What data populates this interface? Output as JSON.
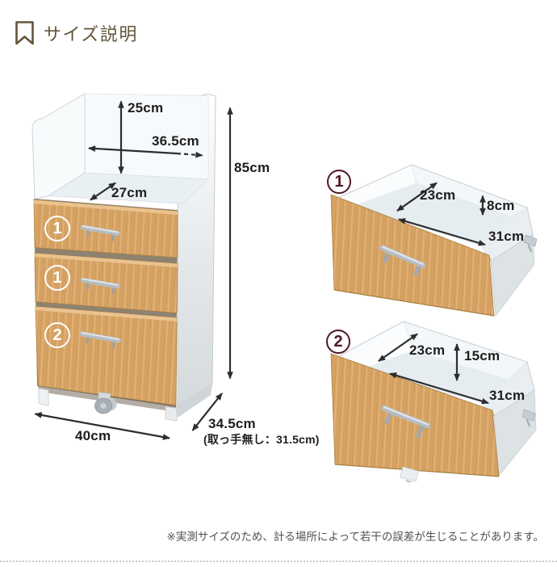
{
  "header": {
    "title": "サイズ説明",
    "icon": "bookmark-icon",
    "accent_color": "#63553a"
  },
  "cabinet": {
    "dims": {
      "upper": "25cm",
      "inner_w": "36.5cm",
      "inner_d": "27cm",
      "height": "85cm",
      "width": "40cm",
      "depth": "34.5cm",
      "depth_note": "(取っ手無し：31.5cm)"
    },
    "badges": [
      "1",
      "1",
      "2"
    ]
  },
  "drawers": [
    {
      "badge": "1",
      "depth": "23cm",
      "height": "8cm",
      "width": "31cm"
    },
    {
      "badge": "2",
      "depth": "23cm",
      "height": "15cm",
      "width": "31cm"
    }
  ],
  "footnote": "※実測サイズのため、計る場所によって若干の誤差が生じることがあります。",
  "colors": {
    "badge_outline_dark": "#4d1823",
    "badge_outline_light": "#ffffff",
    "wood": "#d9a668",
    "dimension_text": "#1e1e1e"
  }
}
